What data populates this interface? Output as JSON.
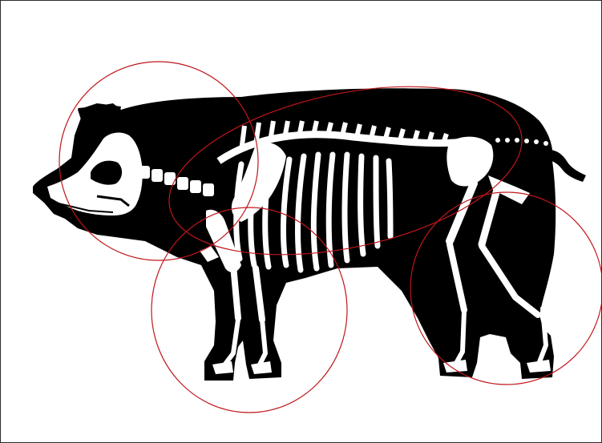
{
  "figure": {
    "subject": "pig-skeleton",
    "colors": {
      "background": "#ffffff",
      "frame": "#2b2b2b",
      "silhouette": "#000000",
      "bone": "#ffffff",
      "region_outline": "#c0161b"
    },
    "regions": [
      {
        "id": "head"
      },
      {
        "id": "trunk"
      },
      {
        "id": "forelimb"
      },
      {
        "id": "hindlimb"
      }
    ]
  }
}
